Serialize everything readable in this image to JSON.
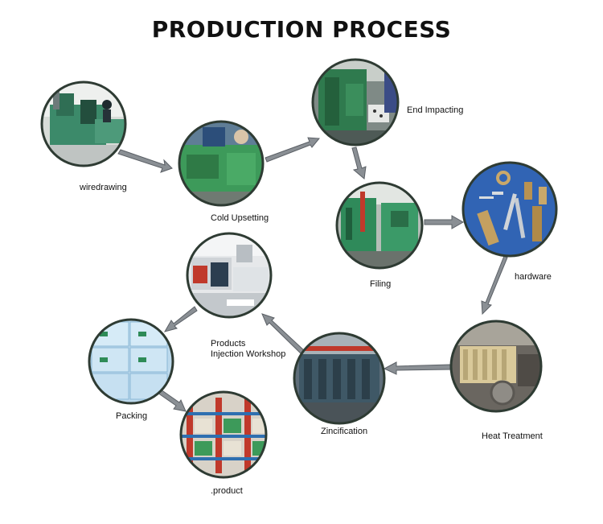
{
  "title": "PRODUCTION PROCESS",
  "colors": {
    "ring": "#2e3b33",
    "arrow": "#8a8f94",
    "arrow_edge": "#5b6066"
  },
  "steps": [
    {
      "id": "wiredrawing",
      "label": "wiredrawing",
      "scene": "machine-green"
    },
    {
      "id": "cold-upsetting",
      "label": "Cold Upsetting",
      "scene": "machine-green-close"
    },
    {
      "id": "end-impacting",
      "label": "End Impacting",
      "scene": "machine-operator"
    },
    {
      "id": "filing",
      "label": "Filing",
      "scene": "machine-green-wide"
    },
    {
      "id": "hardware",
      "label": "hardware",
      "scene": "metal-parts"
    },
    {
      "id": "heat-treatment",
      "label": "Heat Treatment",
      "scene": "furnace"
    },
    {
      "id": "zincification",
      "label": "Zincification",
      "scene": "plating-line"
    },
    {
      "id": "products-injection-workshop",
      "label": "Products",
      "label2": "Injection Workshop",
      "scene": "injection-machine"
    },
    {
      "id": "packing",
      "label": "Packing",
      "scene": "boxes"
    },
    {
      "id": "product",
      "label": ".product",
      "scene": "warehouse"
    }
  ]
}
